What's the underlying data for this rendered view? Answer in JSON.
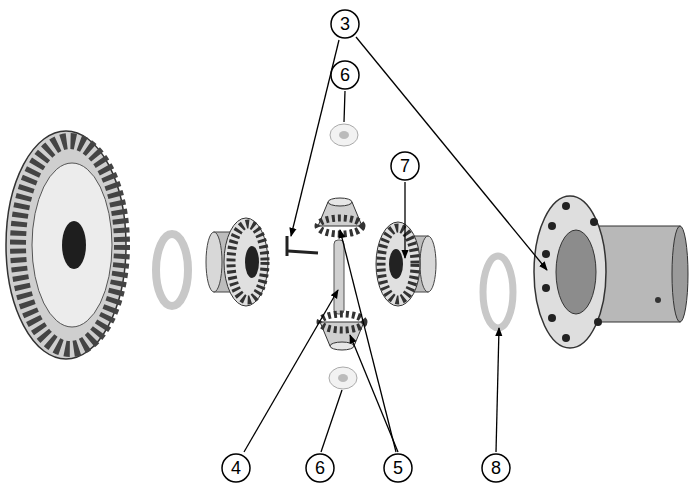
{
  "diagram": {
    "nodes": [
      {
        "text": [
          "3"
        ]
      },
      {
        "text": [
          "6"
        ]
      },
      {
        "text": [
          "7"
        ]
      },
      {
        "text": [
          "4"
        ]
      },
      {
        "text": [
          "6"
        ]
      },
      {
        "text": [
          "5"
        ]
      },
      {
        "text": [
          "8"
        ]
      }
    ]
  }
}
